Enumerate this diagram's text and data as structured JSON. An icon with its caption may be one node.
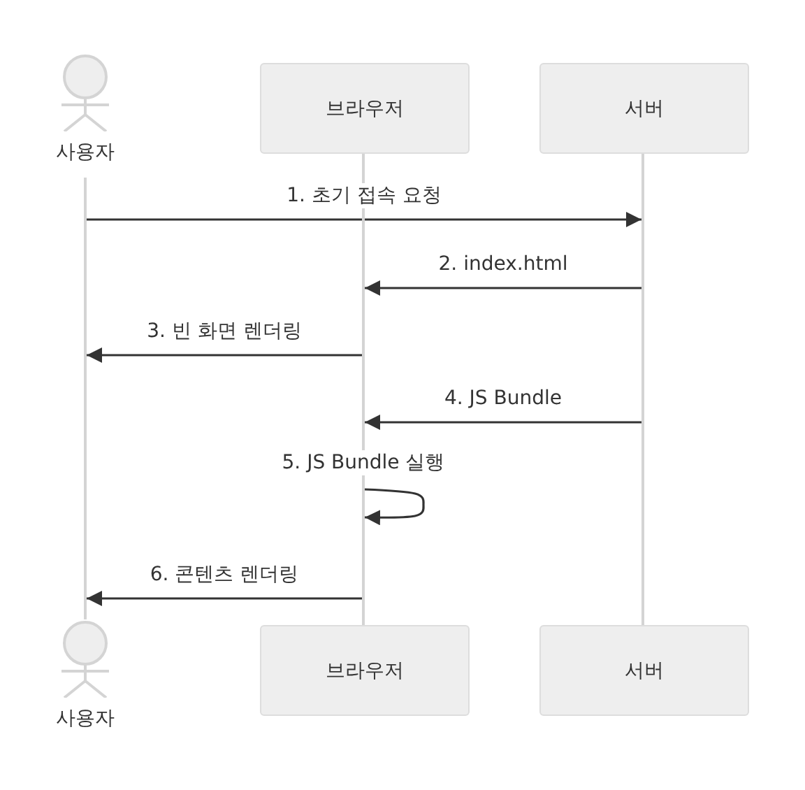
{
  "diagram": {
    "nodes": [
      {
        "text": [
          "사용자"
        ]
      },
      {
        "text": [
          "브라우저"
        ]
      },
      {
        "text": [
          "서버"
        ]
      },
      {
        "text": [
          "사용자"
        ]
      },
      {
        "text": [
          "브라우저"
        ]
      },
      {
        "text": [
          "서버"
        ]
      },
      {
        "text": [],
        "shape": "bar"
      },
      {
        "text": [],
        "shape": "bar"
      },
      {
        "text": [],
        "shape": "bar"
      }
    ],
    "edges": [
      {
        "from": 6,
        "to": 8,
        "label": "1. 초기 접속 요청",
        "arrow": "to"
      },
      {
        "from": 8,
        "to": 7,
        "label": "2. index.html",
        "arrow": "to"
      },
      {
        "from": 7,
        "to": 6,
        "label": "3. 빈 화면 렌더링",
        "arrow": "to"
      },
      {
        "from": 8,
        "to": 7,
        "label": "4. JS Bundle",
        "arrow": "to"
      },
      {
        "from": 7,
        "to": 7,
        "label": "5. JS Bundle 실행",
        "arrow": "to"
      },
      {
        "from": 7,
        "to": 6,
        "label": "6. 콘텐츠 렌더링",
        "arrow": "to"
      }
    ]
  }
}
